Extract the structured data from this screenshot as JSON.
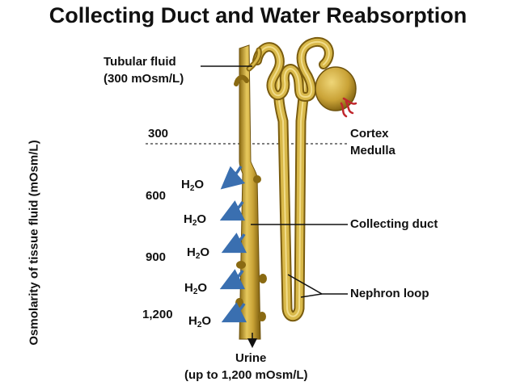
{
  "title": "Collecting Duct and Water Reabsorption",
  "y_axis_label": "Osmolarity of tissue fluid (mOsm/L)",
  "tubular_fluid": {
    "line1": "Tubular fluid",
    "line2": "(300 mOsm/L)"
  },
  "osmolarity_ticks": [
    "300",
    "600",
    "900",
    "1,200"
  ],
  "regions": {
    "cortex": "Cortex",
    "medulla": "Medulla"
  },
  "water_labels": [
    {
      "main": "H",
      "sub": "2",
      "tail": "O"
    },
    {
      "main": "H",
      "sub": "2",
      "tail": "O"
    },
    {
      "main": "H",
      "sub": "2",
      "tail": "O"
    },
    {
      "main": "H",
      "sub": "2",
      "tail": "O"
    },
    {
      "main": "H",
      "sub": "2",
      "tail": "O"
    }
  ],
  "structure_labels": {
    "collecting_duct": "Collecting duct",
    "nephron_loop": "Nephron loop"
  },
  "urine": {
    "line1": "Urine",
    "line2": "(up to 1,200 mOsm/L)"
  },
  "colors": {
    "tubule": "#c9a236",
    "tubule_dark": "#8a6a12",
    "tubule_light": "#e6c85c",
    "arrow": "#3a6fb0",
    "vessel": "#c0272d"
  }
}
